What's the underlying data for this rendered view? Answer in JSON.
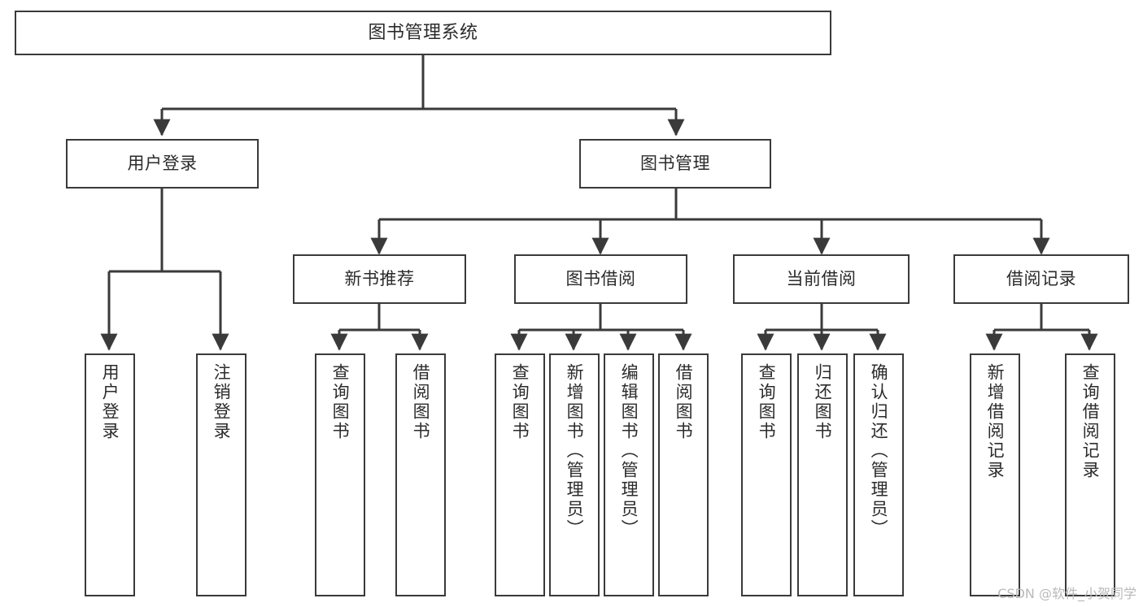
{
  "diagram": {
    "title": "图书管理系统",
    "type": "functional-structure-tree",
    "watermark": "CSDN @软件_小贺同学",
    "colors": {
      "background": "#ffffff",
      "box_border": "#3a3a3a",
      "connector": "#3a3a3a",
      "text": "#2b2b2b",
      "watermark": "#b9b9b9"
    },
    "root": {
      "label": "图书管理系统"
    },
    "level2": [
      {
        "label": "用户登录"
      },
      {
        "label": "图书管理"
      }
    ],
    "level3": [
      {
        "label": "新书推荐"
      },
      {
        "label": "图书借阅"
      },
      {
        "label": "当前借阅"
      },
      {
        "label": "借阅记录"
      }
    ],
    "leaves": {
      "user_login": [
        {
          "label": "用户登录"
        },
        {
          "label": "注销登录"
        }
      ],
      "new_book_recommend": [
        {
          "label": "查询图书"
        },
        {
          "label": "借阅图书"
        }
      ],
      "book_borrow": [
        {
          "label": "查询图书"
        },
        {
          "label": "新增图书（管理员）"
        },
        {
          "label": "编辑图书（管理员）"
        },
        {
          "label": "借阅图书"
        }
      ],
      "current_borrow": [
        {
          "label": "查询图书"
        },
        {
          "label": "归还图书"
        },
        {
          "label": "确认归还（管理员）"
        }
      ],
      "borrow_record": [
        {
          "label": "新增借阅记录"
        },
        {
          "label": "查询借阅记录"
        }
      ]
    }
  }
}
